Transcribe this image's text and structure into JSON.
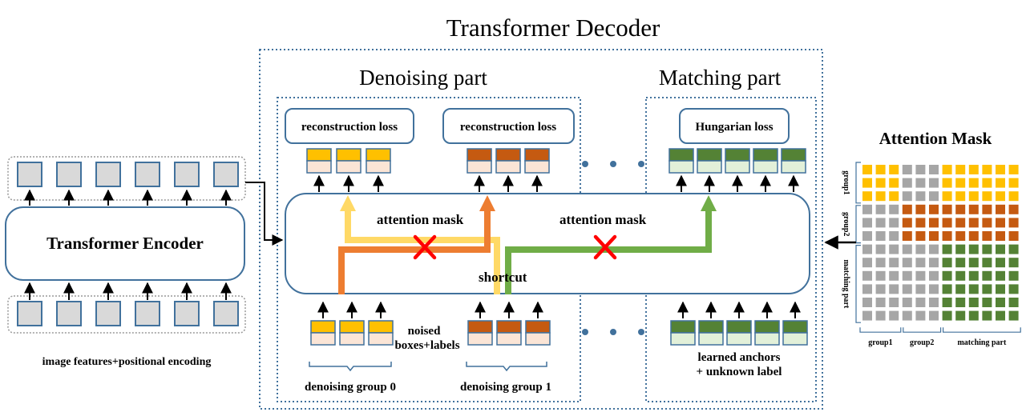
{
  "title": "Transformer Decoder",
  "denoising_part_label": "Denoising part",
  "matching_part_label": "Matching part",
  "encoder": {
    "label": "Transformer Encoder",
    "input_caption": "image features+positional encoding"
  },
  "losses": {
    "reconstruction_1": "reconstruction loss",
    "reconstruction_2": "reconstruction loss",
    "hungarian": "Hungarian loss"
  },
  "decoder_labels": {
    "attention_mask_1": "attention mask",
    "attention_mask_2": "attention mask",
    "shortcut": "shortcut",
    "noised_line1": "noised",
    "noised_line2": "boxes+labels"
  },
  "groups": {
    "group0": "denoising group 0",
    "group1": "denoising group 1",
    "anchors_line1": "learned anchors",
    "anchors_line2": "+ unknown label"
  },
  "attention_mask_panel": {
    "title": "Attention Mask",
    "row_labels": [
      "group1",
      "group2",
      "matching part"
    ],
    "col_labels": [
      "group1",
      "group2",
      "matching part"
    ]
  },
  "colors": {
    "group0": "#ffc000",
    "group1": "#c55a11",
    "matching": "#548235",
    "token_base": "#fbe5d6",
    "token_base_matching": "#e2f0d9",
    "masked": "#a6a6a6",
    "border": "#41719c",
    "red_x": "#ff0000",
    "path_orange": "#ed7d31",
    "path_yellow": "#ffd966",
    "path_green": "#70ad47"
  }
}
